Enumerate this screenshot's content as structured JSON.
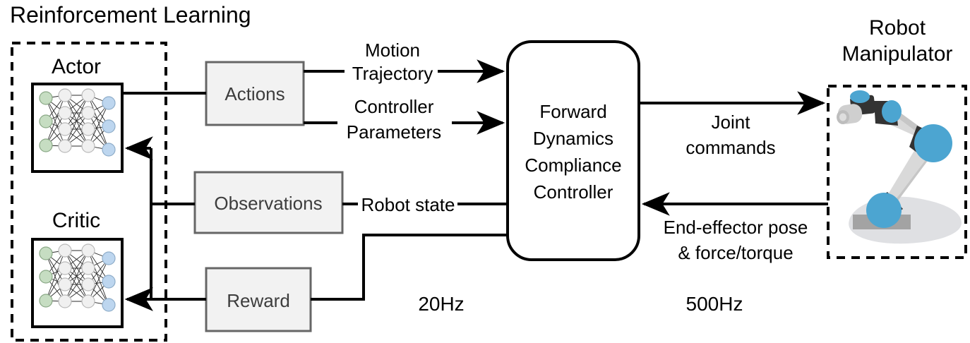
{
  "diagram": {
    "title": "Reinforcement Learning",
    "rl_group": {
      "label": "Reinforcement Learning",
      "actor_label": "Actor",
      "critic_label": "Critic",
      "actor_net_name": "actor-neural-network",
      "critic_net_name": "critic-neural-network"
    },
    "boxes": {
      "actions": "Actions",
      "observations": "Observations",
      "reward": "Reward",
      "controller_lines": [
        "Forward",
        "Dynamics",
        "Compliance",
        "Controller"
      ],
      "robot_title_lines": [
        "Robot",
        "Manipulator"
      ]
    },
    "edge_labels": {
      "motion_trajectory": [
        "Motion",
        "Trajectory"
      ],
      "controller_parameters": [
        "Controller",
        "Parameters"
      ],
      "robot_state": "Robot state",
      "joint_commands": [
        "Joint",
        "commands"
      ],
      "feedback": [
        "End-effector pose",
        "& force/torque"
      ]
    },
    "rates": {
      "rl_rate": "20Hz",
      "controller_rate": "500Hz"
    },
    "colors": {
      "box_fill": "#f2f2f2",
      "box_stroke": "#666666",
      "line": "#000000",
      "nn_input": "#c6ddc2",
      "nn_hidden": "#f0f0f0",
      "nn_output": "#bdd6ef",
      "robot_joint": "#4ca5d1",
      "robot_link": "#d9d9d9",
      "robot_dark": "#333333",
      "robot_shadow": "#dfe0e3"
    }
  }
}
